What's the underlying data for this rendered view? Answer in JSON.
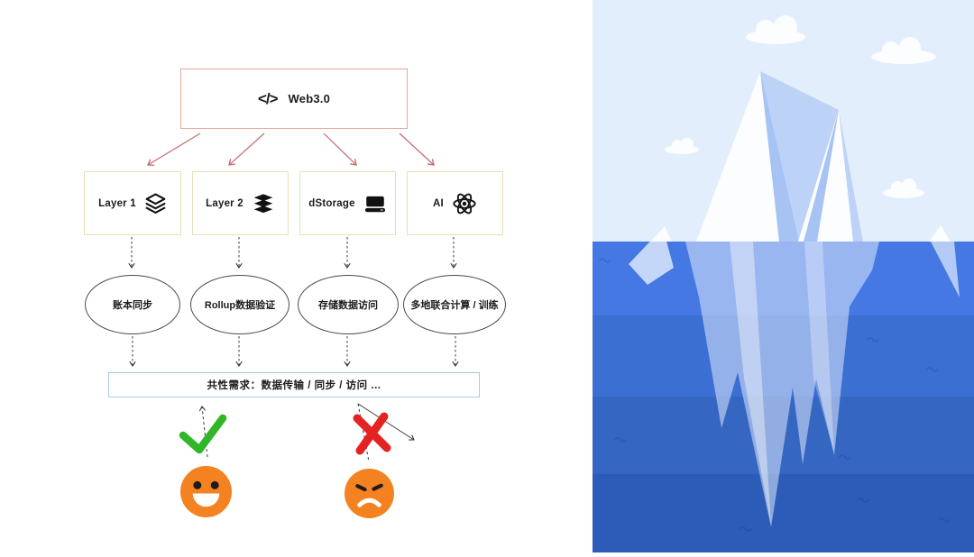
{
  "diagram": {
    "root": {
      "label": "Web3.0",
      "icon": "code-icon",
      "icon_glyph": "</>"
    },
    "branches": [
      {
        "label": "Layer 1",
        "icon": "layers-outline-icon",
        "need": "账本同步"
      },
      {
        "label": "Layer 2",
        "icon": "layers-stack-icon",
        "need": "Rollup数据验证"
      },
      {
        "label": "dStorage",
        "icon": "storage-drive-icon",
        "need": "存储数据访问"
      },
      {
        "label": "AI",
        "icon": "atom-icon",
        "need": "多地联合计算 / 训练"
      }
    ],
    "common_label": "共性需求：数据传输 / 同步 / 访问  ...",
    "verdicts": [
      {
        "mark": "check-mark",
        "emoji": "smiley-face"
      },
      {
        "mark": "cross-mark",
        "emoji": "angry-face"
      }
    ],
    "colors": {
      "root_border": "#e5a89b",
      "branch_border": "#e8dfb4",
      "common_border": "#aac8e8",
      "arrow_red": "#c6696f",
      "arrow_black": "#3a3a3a",
      "check_green": "#31b629",
      "cross_red": "#e42222",
      "emoji_orange": "#f58220"
    }
  },
  "illustration": {
    "name": "iceberg-scene",
    "colors": {
      "sky": "#e3eefc",
      "water_band_1": "#4678e3",
      "water_band_2": "#3c6fd2",
      "water_band_3": "#3566c2",
      "water_band_4": "#2c5cb7",
      "ice_white": "#fbfdff",
      "ice_facet": "#a6c3f3"
    }
  }
}
